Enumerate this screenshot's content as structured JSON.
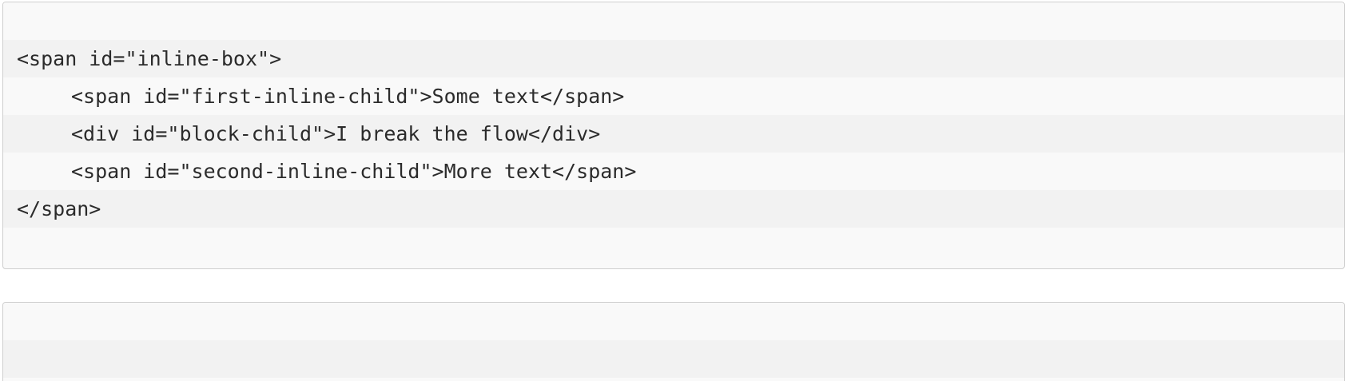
{
  "code_block_1": {
    "lines": [
      "<span id=\"inline-box\">",
      "<span id=\"first-inline-child\">Some text</span>",
      "<div id=\"block-child\">I break the flow</div>",
      "<span id=\"second-inline-child\">More text</span>",
      "</span>"
    ]
  },
  "code_block_2": {
    "lines": []
  }
}
